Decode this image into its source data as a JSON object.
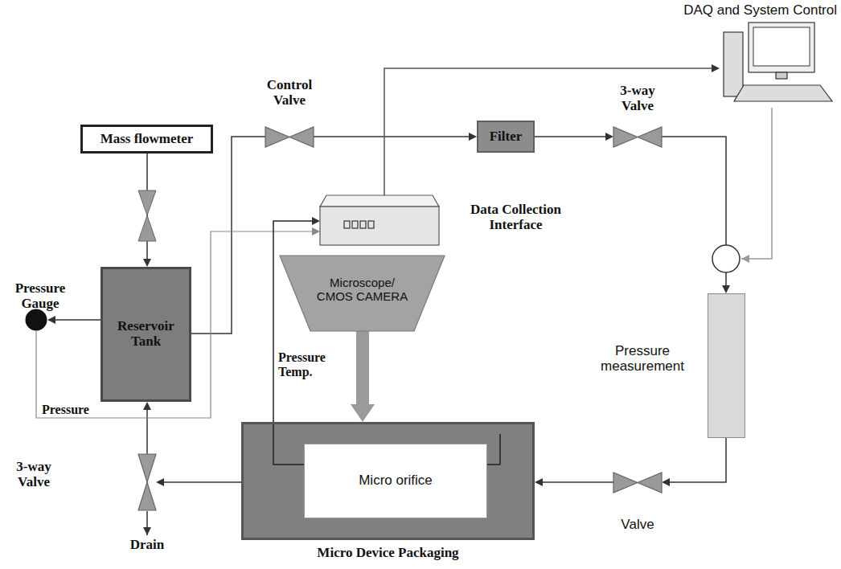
{
  "diagram": {
    "nodes": [
      {
        "text": [
          "Mass flowmeter"
        ]
      },
      {
        "text": [
          "Reservoir Tank"
        ]
      },
      {
        "text": [
          "Pressure Gauge"
        ]
      },
      {
        "text": [
          "Control Valve"
        ]
      },
      {
        "text": [
          "Filter"
        ]
      },
      {
        "text": [
          "3-way Valve"
        ]
      },
      {
        "text": [
          "Data Collection Interface"
        ]
      },
      {
        "text": [
          "Microscope/ CMOS CAMERA"
        ]
      },
      {
        "text": [
          "DAQ and System Control"
        ]
      },
      {
        "text": [
          "Pressure measurement"
        ]
      },
      {
        "text": [
          "Valve"
        ]
      },
      {
        "text": [
          "Micro Device Packaging"
        ]
      },
      {
        "text": [
          "Micro orifice"
        ],
        "in": 11
      },
      {
        "text": [
          "3-way Valve"
        ]
      }
    ],
    "edges": [
      {
        "from": 0,
        "to": 1,
        "arrow": "to"
      },
      {
        "from": 1,
        "to": 2,
        "arrow": "to"
      },
      {
        "from": 1,
        "to": 3,
        "arrow": "none"
      },
      {
        "from": 3,
        "to": 4,
        "arrow": "to"
      },
      {
        "from": 4,
        "to": 5,
        "arrow": "to"
      },
      {
        "from": 5,
        "to": 9,
        "arrow": "to"
      },
      {
        "from": 9,
        "to": 10,
        "arrow": "to"
      },
      {
        "from": 10,
        "to": 11,
        "arrow": "to"
      },
      {
        "from": 11,
        "to": 13,
        "arrow": "to"
      },
      {
        "from": 13,
        "to": 1,
        "arrow": "to"
      },
      {
        "from": 2,
        "to": 6,
        "label": "Pressure",
        "arrow": "to"
      },
      {
        "from": 12,
        "to": 6,
        "label": "Pressure Temp.",
        "arrow": "to"
      },
      {
        "from": 6,
        "to": 8,
        "arrow": "to"
      },
      {
        "from": 7,
        "to": 11,
        "arrow": "to"
      }
    ],
    "labels": [
      "Drain"
    ]
  }
}
